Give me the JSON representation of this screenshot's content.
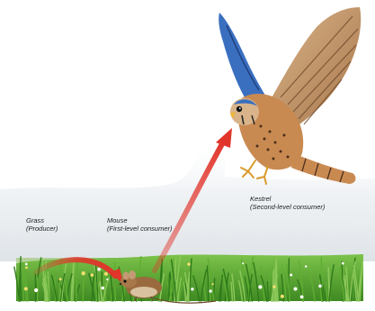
{
  "labels": {
    "grass": {
      "name": "Grass",
      "role": "(Producer)"
    },
    "mouse": {
      "name": "Mouse",
      "role": "(First-level consumer)"
    },
    "kestrel": {
      "name": "Kestrel",
      "role": "(Second-level consumer)"
    }
  },
  "colors": {
    "sky_haze": "#e4e8ec",
    "arrow": "#e1342a",
    "grass": "#4e9a2a",
    "mouse_fur": "#9a6a3e",
    "kestrel_wing_blue": "#3a6fc0",
    "kestrel_body": "#c98a52"
  },
  "icons": {
    "kestrel": "kestrel-bird-icon",
    "mouse": "mouse-icon",
    "grass": "grass-icon"
  }
}
